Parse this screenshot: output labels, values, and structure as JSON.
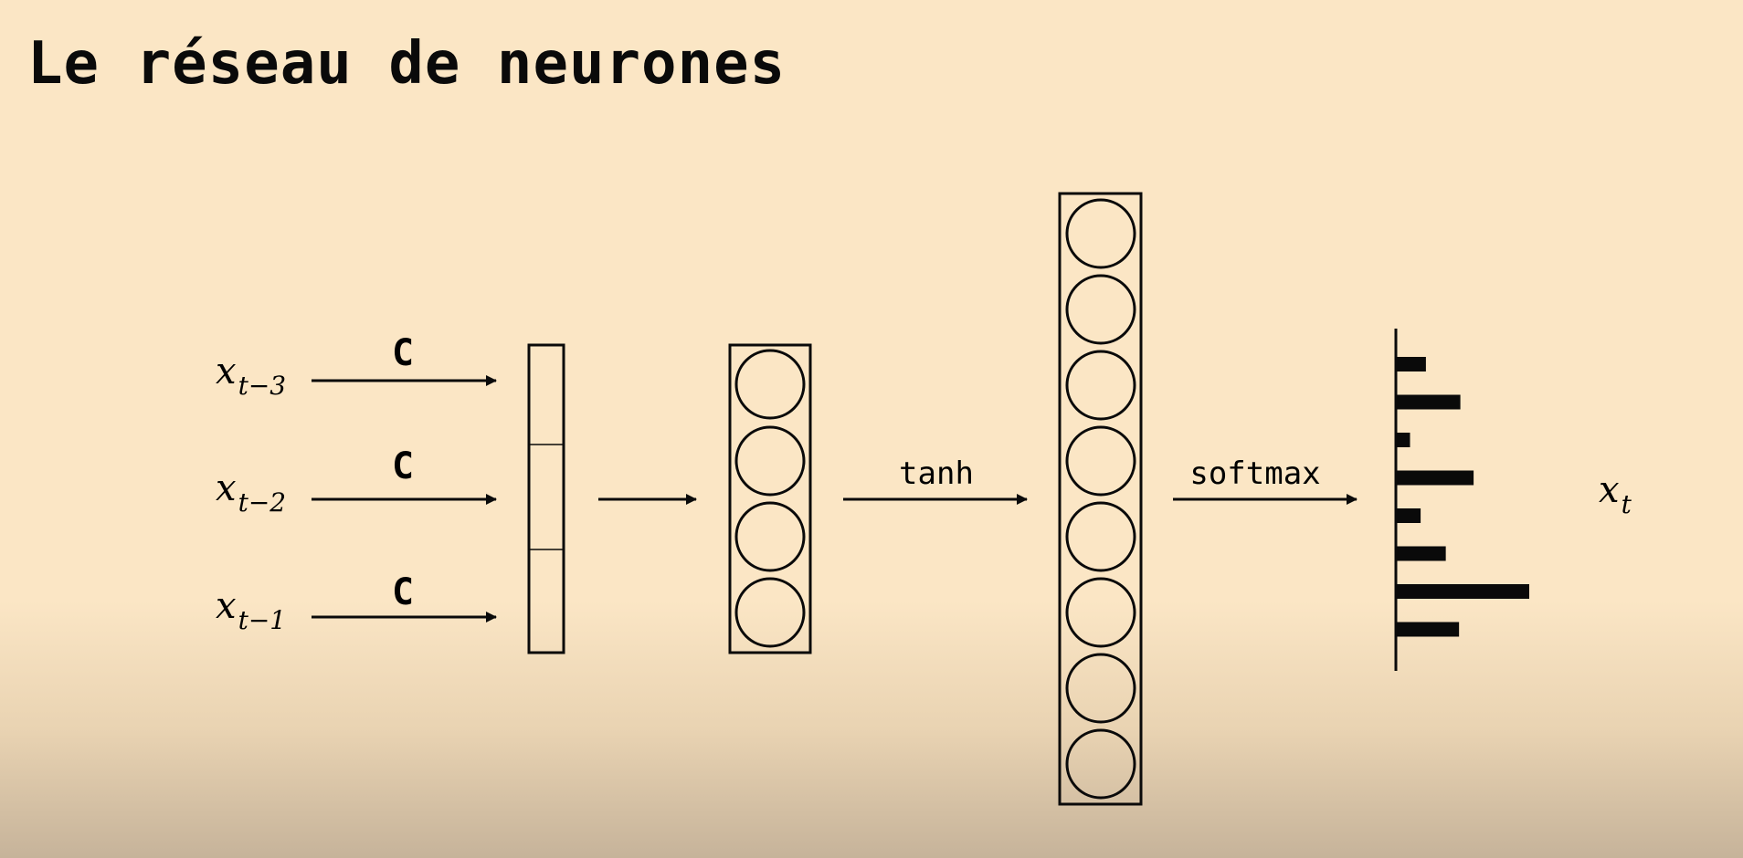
{
  "title": "Le réseau de neurones",
  "inputs": [
    {
      "base": "x",
      "subscript": "t−3"
    },
    {
      "base": "x",
      "subscript": "t−2"
    },
    {
      "base": "x",
      "subscript": "t−1"
    }
  ],
  "embedding_label": "C",
  "activation_label": "tanh",
  "output_function_label": "softmax",
  "output": {
    "base": "x",
    "subscript": "t"
  },
  "hidden_layer_1_neurons": 4,
  "hidden_layer_2_neurons": 8,
  "output_distribution_relative": [
    0.22,
    0.48,
    0.1,
    0.58,
    0.18,
    0.37,
    1.0,
    0.47
  ]
}
